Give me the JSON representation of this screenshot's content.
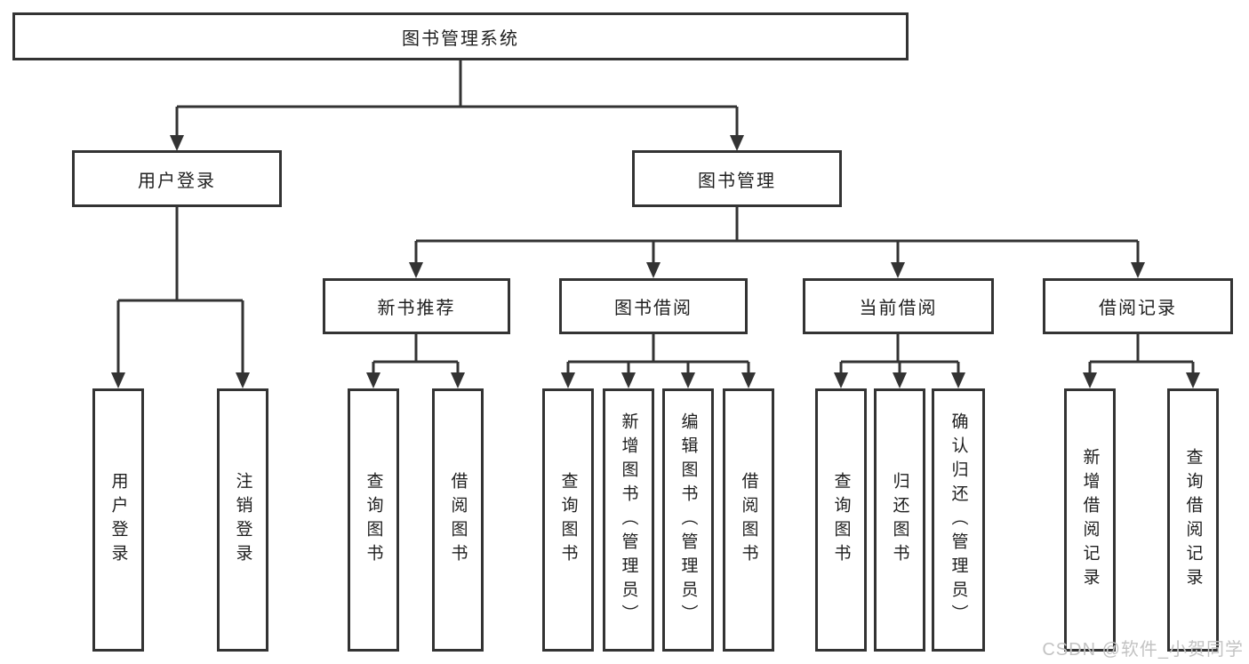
{
  "diagram": {
    "root": {
      "label": "图书管理系统"
    },
    "level2": [
      {
        "label": "用户登录"
      },
      {
        "label": "图书管理"
      }
    ],
    "level3": [
      {
        "label": "新书推荐"
      },
      {
        "label": "图书借阅"
      },
      {
        "label": "当前借阅"
      },
      {
        "label": "借阅记录"
      }
    ],
    "leaves": {
      "user_login": [
        {
          "label": "用户登录"
        },
        {
          "label": "注销登录"
        }
      ],
      "new_book": [
        {
          "label": "查询图书"
        },
        {
          "label": "借阅图书"
        }
      ],
      "book_borrow": [
        {
          "label": "查询图书"
        },
        {
          "label": "新增图书（管理员）"
        },
        {
          "label": "编辑图书（管理员）"
        },
        {
          "label": "借阅图书"
        }
      ],
      "current_borrow": [
        {
          "label": "查询图书"
        },
        {
          "label": "归还图书"
        },
        {
          "label": "确认归还（管理员）"
        }
      ],
      "borrow_record": [
        {
          "label": "新增借阅记录"
        },
        {
          "label": "查询借阅记录"
        }
      ]
    }
  },
  "watermark": {
    "text": "CSDN @软件_小贺同学"
  },
  "colors": {
    "line": "#333333",
    "border": "#333333",
    "text": "#1f1f1f",
    "watermark": "#c3c3c3",
    "background": "#ffffff"
  }
}
